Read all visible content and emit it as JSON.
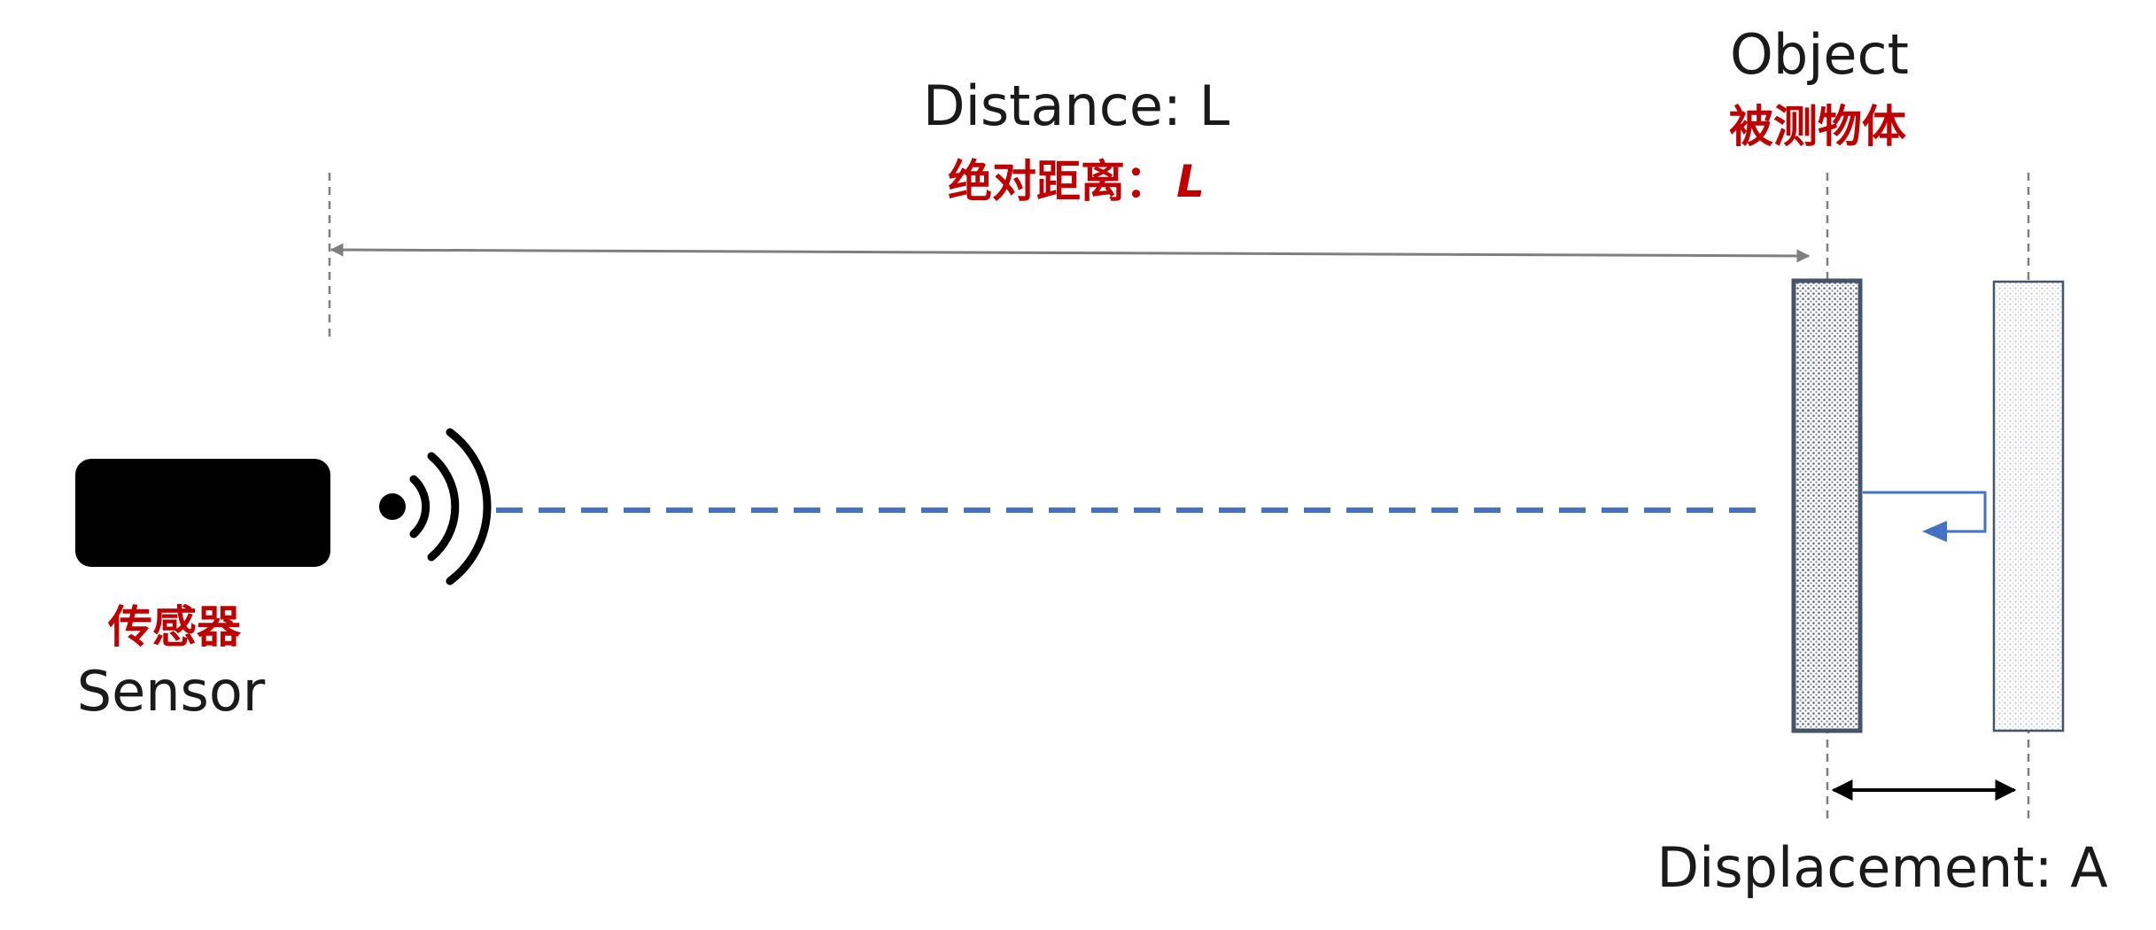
{
  "labels": {
    "distance_en": "Distance: L",
    "distance_cn": "绝对距离：",
    "distance_cn_symbol": "L",
    "object_en": "Object",
    "object_cn": "被测物体",
    "sensor_cn": "传感器",
    "sensor_en": "Sensor",
    "displacement_en": "Displacement: A"
  },
  "icons": {
    "signal": "wireless-signal-icon"
  },
  "colors": {
    "english_text": "#1a1a1a",
    "chinese_text": "#c00000",
    "beam": "#4472c4",
    "sensor_body": "#000000",
    "object_border": "#44546a",
    "guide_lines": "#7f7f7f",
    "distance_arrow": "#7f7f7f",
    "displacement_arrow": "#000000"
  }
}
